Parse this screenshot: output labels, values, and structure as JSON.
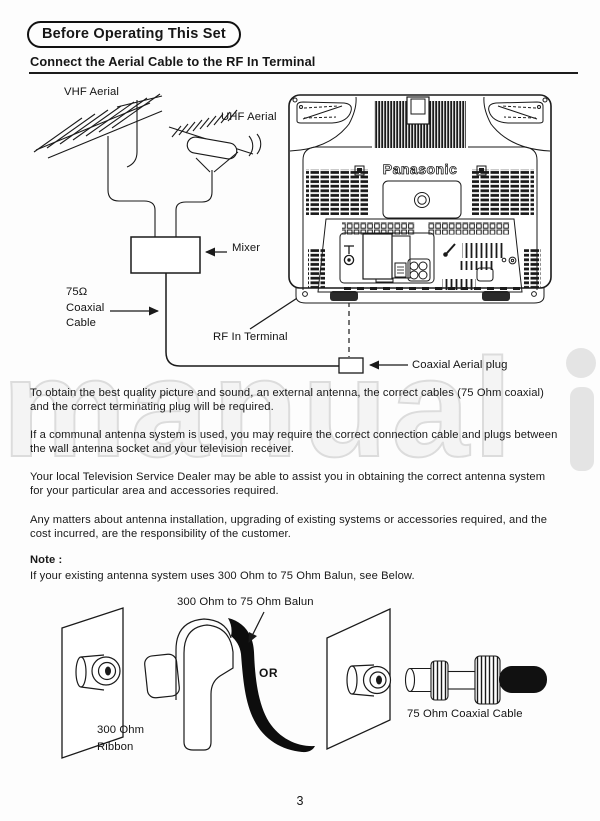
{
  "page": {
    "title": "Before Operating This Set",
    "heading": "Connect the Aerial Cable to the RF In Terminal",
    "page_number": "3",
    "watermark_text": "manual",
    "ink_color": "#1a1a1a"
  },
  "diagram": {
    "vhf_label": "VHF Aerial",
    "uhf_label": "UHF Aerial",
    "mixer_label": "Mixer",
    "coax_cable_label": [
      "75Ω",
      "Coaxial",
      "Cable"
    ],
    "rf_terminal_label": "RF In Terminal",
    "aerial_plug_label": "Coaxial Aerial plug",
    "tv_brand": "Panasonic"
  },
  "body_paragraphs": [
    [
      "To obtain the best quality picture and sound, an external antenna, the correct cables (75 Ohm coaxial)",
      "and the correct terminating plug will be required."
    ],
    [
      "If a communal antenna system is used, you may require the correct connection cable and plugs between",
      "the wall antenna socket and your television receiver."
    ],
    [
      "Your local Television Service Dealer may be able to assist you in obtaining the correct antenna system",
      "for your particular area and accessories required."
    ],
    [
      "Any matters about antenna installation, upgrading of existing systems or accessories required, and the",
      "cost incurred, are the responsibility of the customer."
    ]
  ],
  "note": {
    "label": "Note :",
    "text": "If your existing antenna system uses 300 Ohm to 75 Ohm Balun, see Below."
  },
  "balun_diagram": {
    "balun_label": "300 Ohm to 75 Ohm Balun",
    "or_label": "OR",
    "ribbon_label": [
      "300 Ohm",
      "Ribbon"
    ],
    "coax_label": "75 Ohm Coaxial Cable"
  }
}
